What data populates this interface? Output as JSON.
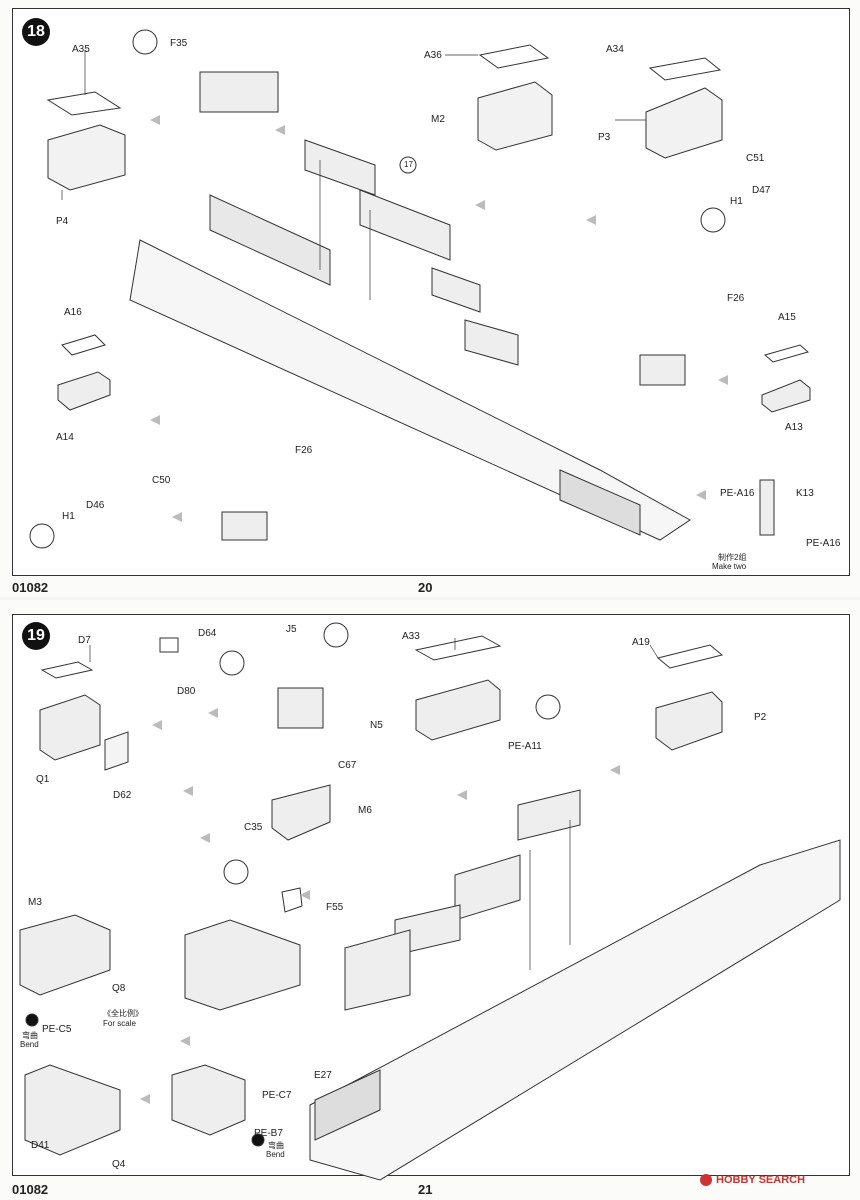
{
  "page_top": {
    "step": "18",
    "page_number": "20",
    "code": "01082",
    "labels": {
      "A35": "A35",
      "F35": "F35",
      "A36": "A36",
      "A34": "A34",
      "M2": "M2",
      "P3": "P3",
      "P4": "P4",
      "C51": "C51",
      "H1a": "H1",
      "D47": "D47",
      "ref17": "17",
      "F26a": "F26",
      "A16": "A16",
      "A15": "A15",
      "A14": "A14",
      "A13": "A13",
      "F26b": "F26",
      "C50": "C50",
      "D46": "D46",
      "H1b": "H1",
      "PEA16a": "PE-A16",
      "K13": "K13",
      "PEA16b": "PE-A16"
    },
    "make_two_cn": "制作2组",
    "make_two": "Make two"
  },
  "page_bottom": {
    "step": "19",
    "page_number": "21",
    "code": "01082",
    "labels": {
      "D7": "D7",
      "D64": "D64",
      "J5": "J5",
      "A33": "A33",
      "A19": "A19",
      "D80": "D80",
      "N5": "N5",
      "P2": "P2",
      "Q1": "Q1",
      "PEA11": "PE-A11",
      "D62": "D62",
      "C67": "C67",
      "M6": "M6",
      "C35": "C35",
      "M3": "M3",
      "F55": "F55",
      "Q8": "Q8",
      "scale_note": "《全比例》",
      "for_scale": "For scale",
      "PEC5": "PE-C5",
      "bend_cn1": "弯曲",
      "bend1": "Bend",
      "E27": "E27",
      "PEC7": "PE-C7",
      "D41": "D41",
      "PEB7": "PE-B7",
      "bend_cn2": "弯曲",
      "bend2": "Bend",
      "Q4": "Q4"
    }
  },
  "watermark": "HOBBY SEARCH"
}
